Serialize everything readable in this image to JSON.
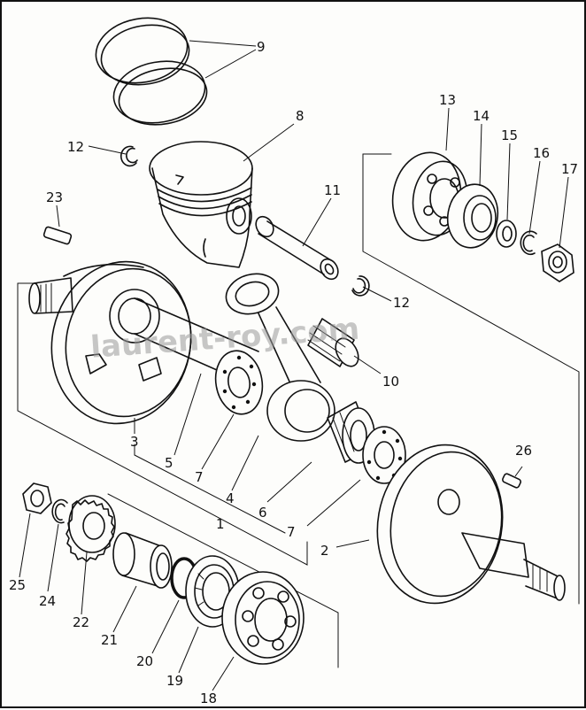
{
  "watermark": "laurent-roy.com",
  "callouts": {
    "n1": "1",
    "n2": "2",
    "n3": "3",
    "n4": "4",
    "n5": "5",
    "n6": "6",
    "n7a": "7",
    "n7b": "7",
    "n7c": "7",
    "n8": "8",
    "n9": "9",
    "n10": "10",
    "n11": "11",
    "n12a": "12",
    "n12b": "12",
    "n13": "13",
    "n14": "14",
    "n15": "15",
    "n16": "16",
    "n17": "17",
    "n18": "18",
    "n19": "19",
    "n20": "20",
    "n21": "21",
    "n22": "22",
    "n23": "23",
    "n24": "24",
    "n25": "25",
    "n26": "26"
  }
}
